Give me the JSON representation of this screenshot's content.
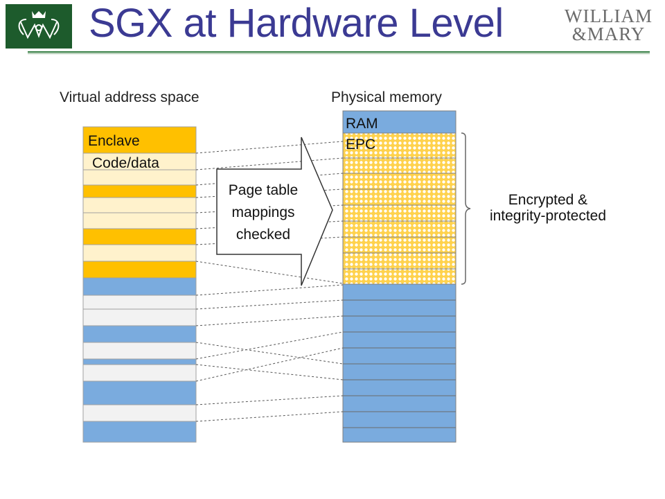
{
  "slide": {
    "title": "SGX at Hardware Level",
    "brand_line1": "WILLIAM",
    "brand_line2": "&MARY",
    "logo_icon": "wm-cypher-logo-icon"
  },
  "diagram": {
    "virtual_header": "Virtual address space",
    "physical_header": "Physical memory",
    "enclave_label": "Enclave",
    "code_data_label": "Code/data",
    "ram_label": "RAM",
    "epc_label": "EPC",
    "callout_lines": [
      "Page table",
      "mappings",
      "checked"
    ],
    "side_label_lines": [
      "Encrypted &",
      "integrity-protected"
    ]
  },
  "colors": {
    "title": "#3b3a93",
    "enclave_gold": "#ffc000",
    "enclave_light": "#fff2cc",
    "normal_blue": "#7aabde",
    "normal_light": "#f2f2f2",
    "epc_fill": "#ffd966",
    "rule_green": "#2f7a3d"
  }
}
